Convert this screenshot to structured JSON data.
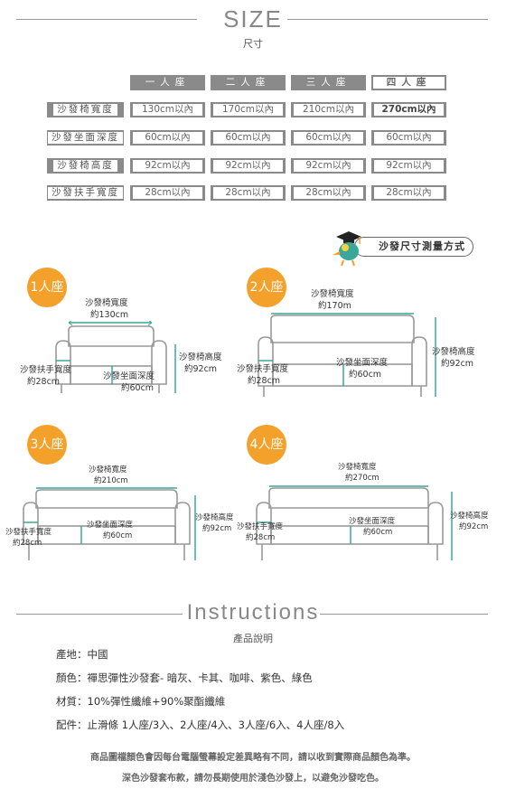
{
  "size_section": {
    "title": "SIZE",
    "subtitle": "尺寸"
  },
  "size_table": {
    "headers": [
      "一人座",
      "二人座",
      "三人座",
      "四人座"
    ],
    "rows": [
      {
        "label": "沙發椅寬度",
        "values": [
          "130cm以內",
          "170cm以內",
          "210cm以內",
          "270cm以內"
        ]
      },
      {
        "label": "沙發坐面深度",
        "values": [
          "60cm以內",
          "60cm以內",
          "60cm以內",
          "60cm以內"
        ]
      },
      {
        "label": "沙發椅高度",
        "values": [
          "92cm以內",
          "92cm以內",
          "92cm以內",
          "92cm以內"
        ]
      },
      {
        "label": "沙發扶手寬度",
        "values": [
          "28cm以內",
          "28cm以內",
          "28cm以內",
          "28cm以內"
        ]
      }
    ]
  },
  "measure_badge": {
    "label": "沙發尺寸測量方式",
    "icon": "graduate-bird-icon"
  },
  "diagrams": [
    {
      "seat": "1人座",
      "width_label": "沙發椅寬度",
      "width_value": "約130cm",
      "height_label": "沙發椅高度",
      "height_value": "約92cm",
      "arm_label": "沙發扶手寬度",
      "arm_value": "約28cm",
      "depth_label": "沙發坐面深度",
      "depth_value": "約60cm"
    },
    {
      "seat": "2人座",
      "width_label": "沙發椅寬度",
      "width_value": "約170m",
      "height_label": "沙發椅高度",
      "height_value": "約92cm",
      "arm_label": "沙發扶手寬度",
      "arm_value": "約28cm",
      "depth_label": "沙發坐面深度",
      "depth_value": "約60cm"
    },
    {
      "seat": "3人座",
      "width_label": "沙發椅寬度",
      "width_value": "約210cm",
      "height_label": "沙發椅高度",
      "height_value": "約92cm",
      "arm_label": "沙發扶手寬度",
      "arm_value": "約28cm",
      "depth_label": "沙發坐面深度",
      "depth_value": "約60cm"
    },
    {
      "seat": "4人座",
      "width_label": "沙發椅寬度",
      "width_value": "約270cm",
      "height_label": "沙發椅高度",
      "height_value": "約92cm",
      "arm_label": "沙發扶手寬度",
      "arm_value": "約28cm",
      "depth_label": "沙發坐面深度",
      "depth_value": "約60cm"
    }
  ],
  "instructions": {
    "title": "Instructions",
    "subtitle": "產品說明",
    "lines": [
      "產地：中國",
      "顏色：禪思彈性沙發套- 暗灰、卡其、咖啡、紫色、綠色",
      "材質：10%彈性纖維+90%聚酯纖維",
      "配件：止滑條  1人座/3入、2人座/4入、3人座/6入、4人座/8入"
    ],
    "notes": [
      "商品圖檔顏色會因每台電腦螢幕設定差異略有不同，請以收到實際商品顏色為準。",
      "深色沙發套布款，請勿長期使用於淺色沙發上，以避免沙發吃色。"
    ]
  },
  "colors": {
    "accent": "#f4a12b",
    "gray": "#8a8a8a",
    "teal": "#3aa79a"
  }
}
